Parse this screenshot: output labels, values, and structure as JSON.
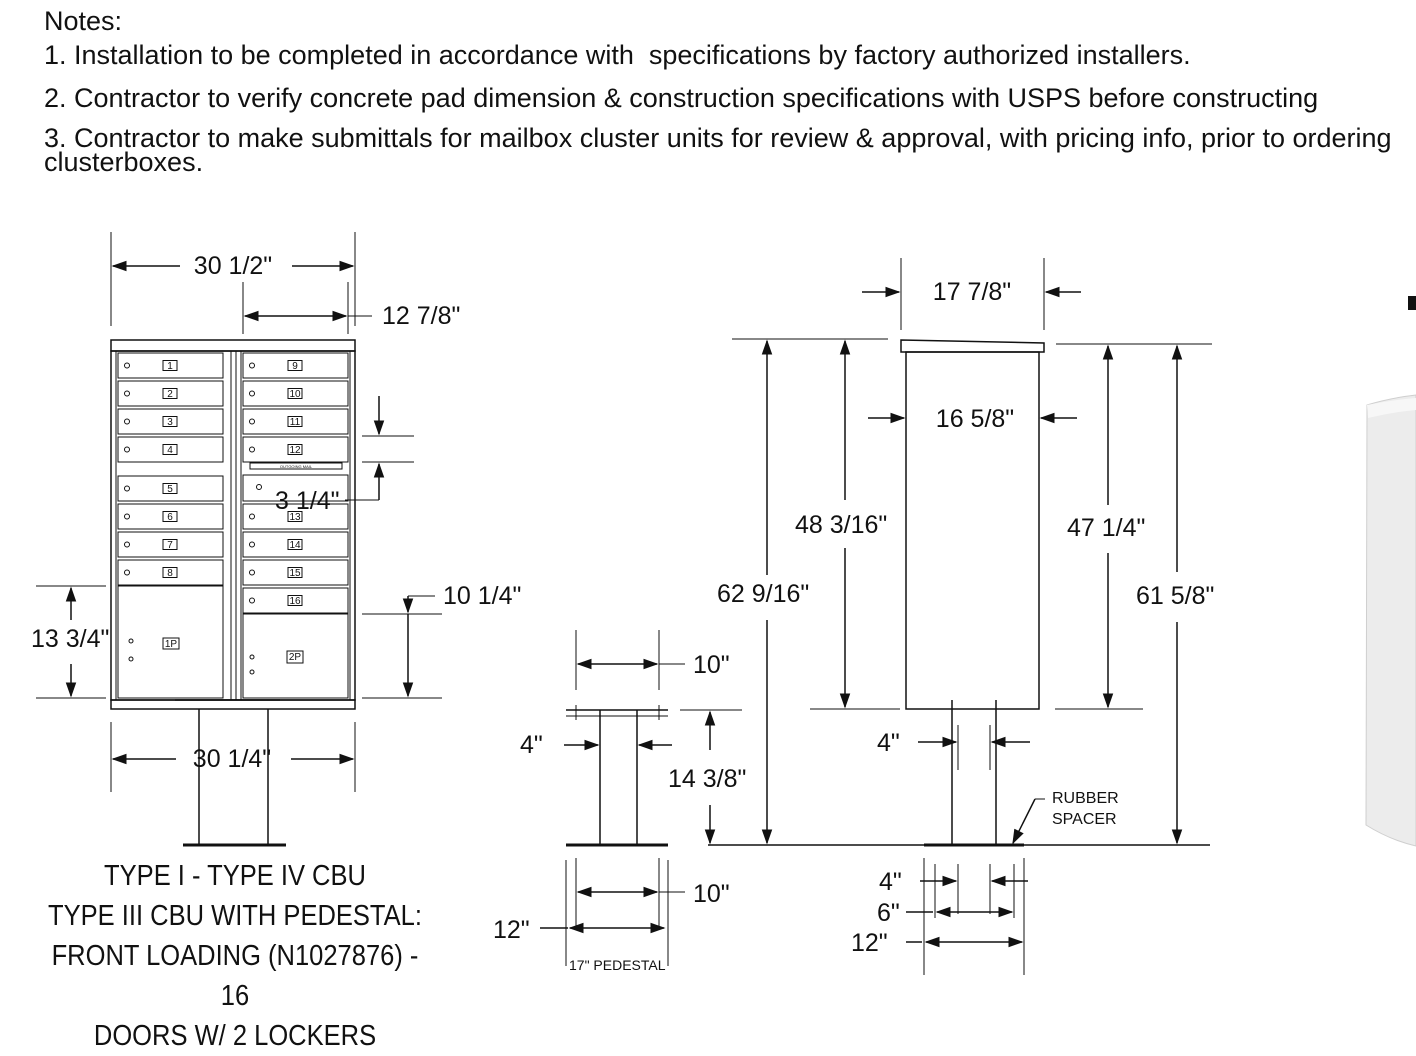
{
  "notes": {
    "title": "Notes:",
    "items": [
      "1. Installation to be completed in accordance with  specifications by factory authorized installers.",
      "2. Contractor to verify concrete pad dimension & construction specifications with USPS before constructing",
      "3. Contractor to make submittals for mailbox cluster units for review & approval, with pricing info, prior to ordering clusterboxes."
    ]
  },
  "front_view": {
    "overall_width": "30 1/2\"",
    "half_width": "12 7/8\"",
    "door_height": "3 1/4\"",
    "locker_height_left": "13 3/4\"",
    "locker_height_right": "10 1/4\"",
    "base_width": "30 1/4\"",
    "door_numbers_left": [
      "1",
      "2",
      "3",
      "4",
      "5",
      "6",
      "7",
      "8"
    ],
    "door_numbers_right": [
      "9",
      "10",
      "11",
      "12",
      "13",
      "14",
      "15",
      "16"
    ],
    "outgoing_label": "OUTGOING MAIL",
    "locker_left": "1P",
    "locker_right": "2P"
  },
  "pedestal_view": {
    "top_width": "10\"",
    "post_width": "4\"",
    "height": "14 3/8\"",
    "base_width": "10\"",
    "base_depth": "12\"",
    "pedestal_label": "17\" PEDESTAL"
  },
  "side_view": {
    "top_depth": "17 7/8\"",
    "body_depth": "16 5/8\"",
    "body_height_left": "48 3/16\"",
    "overall_height_left": "62 9/16\"",
    "body_height_right": "47 1/4\"",
    "overall_height_right": "61 5/8\"",
    "post_width": "4\"",
    "rubber_label_1": "RUBBER",
    "rubber_label_2": "SPACER",
    "foot_dims": [
      "4\"",
      "6\"",
      "12\""
    ]
  },
  "caption": [
    "TYPE I - TYPE IV CBU",
    "TYPE III CBU WITH PEDESTAL:",
    "FRONT LOADING (N1027876) - 16",
    "DOORS W/ 2 LOCKERS"
  ]
}
